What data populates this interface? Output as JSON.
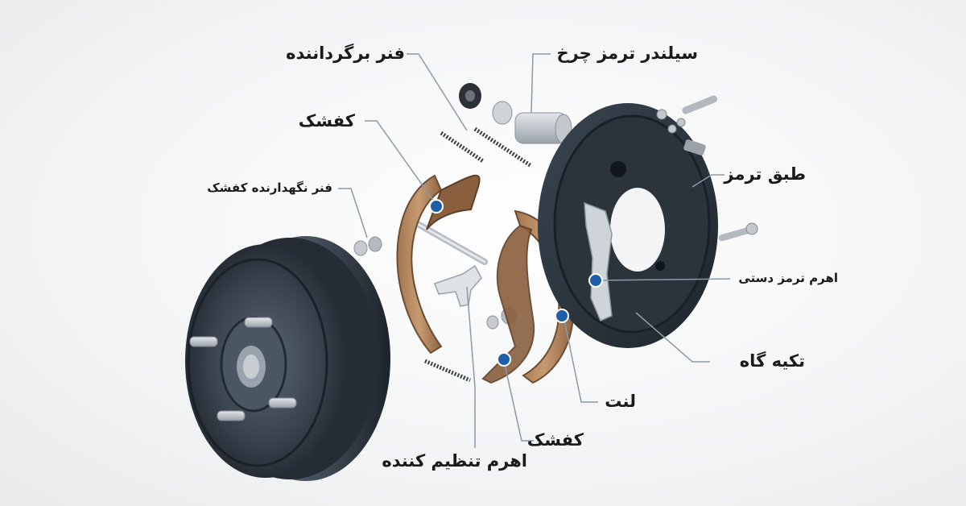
{
  "diagram": {
    "labels": {
      "return_spring": "فنر برگرداننده",
      "wheel_cylinder": "سیلندر ترمز چرخ",
      "shoe_top": "کفشک",
      "shoe_hold_spring": "فنر نگهدارنده کفشک",
      "backing_plate": "طبق ترمز",
      "parking_lever": "اهرم ترمز دستی",
      "anchor": "تکیه گاه",
      "lining": "لنت",
      "shoe_bottom": "کفشک",
      "adjuster_lever": "اهرم تنظیم کننده"
    },
    "colors": {
      "drum": "#2f3640",
      "shoe_lining": "#b98a5e",
      "shoe_steel": "#6b4a33",
      "leader_line": "#8a9aa8",
      "marker": "#1f5fa8",
      "text": "#1a1a1a"
    }
  }
}
